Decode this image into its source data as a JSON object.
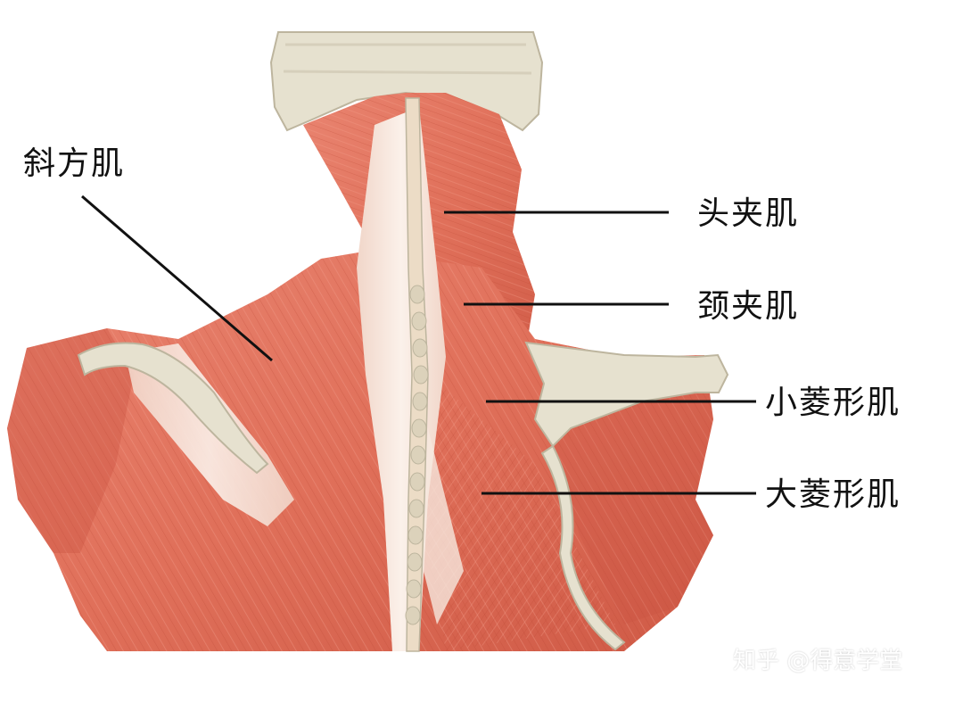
{
  "labels": {
    "trapezius": "斜方肌",
    "splenius_capitis": "头夹肌",
    "splenius_cervicis": "颈夹肌",
    "rhomboid_minor": "小菱形肌",
    "rhomboid_major": "大菱形肌"
  },
  "watermark": "知乎 @得意学堂",
  "colors": {
    "muscle": "#e2735e",
    "muscle_dark": "#c9503e",
    "tendon": "#f6e8df",
    "bone": "#e6e1cf",
    "bone_shade": "#cfc8b2",
    "leader_line": "#111111"
  }
}
